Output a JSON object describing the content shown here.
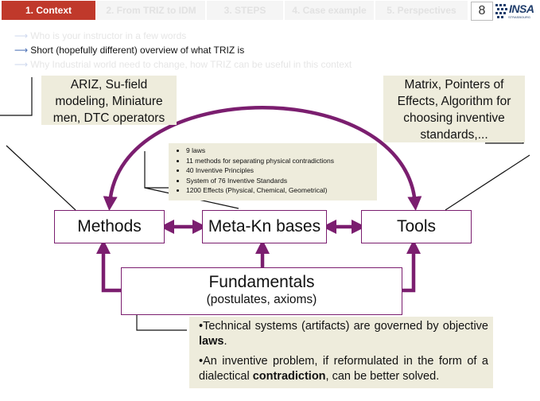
{
  "tabs": [
    {
      "label": "1. Context",
      "active": true
    },
    {
      "label": "2. From TRIZ to IDM",
      "active": false
    },
    {
      "label": "3. STEPS",
      "active": false
    },
    {
      "label": "4. Case example",
      "active": false
    },
    {
      "label": "5. Perspectives",
      "active": false
    }
  ],
  "page_number": "8",
  "logo": {
    "word": "INSA",
    "sub": "STRASBOURG"
  },
  "agenda": [
    {
      "text": "Who is your instructor in a few words",
      "current": false
    },
    {
      "text": "Short (hopefully different) overview of what TRIZ is",
      "current": true
    },
    {
      "text": "Why Industrial world need to change, how TRIZ can be useful in this context",
      "current": false
    }
  ],
  "diagram": {
    "methods_note": [
      "ARIZ, Su-field",
      "modeling, Miniature",
      "men, DTC operators"
    ],
    "tools_note": [
      "Matrix, Pointers of",
      "Effects, Algorithm for",
      "choosing inventive",
      "standards,..."
    ],
    "kb_note": [
      "9 laws",
      "11 methods for separating physical contradictions",
      "40 Inventive Principles",
      "System of 76 Inventive Standards",
      "1200 Effects (Physical, Chemical, Geometrical)"
    ],
    "methods": "Methods",
    "meta": "Meta-Kn bases",
    "tools": "Tools",
    "fundamentals": "Fundamentals",
    "fundamentals_sub": "(postulates, axioms)",
    "fund_note": {
      "p1_pre": "•Technical systems (artifacts) are governed by objective ",
      "p1_bold": "laws",
      "p1_post": ".",
      "p2_pre": "•An inventive problem, if reformulated in the form of a dialectical ",
      "p2_bold": "contradiction",
      "p2_post": ", can be better solved."
    }
  },
  "colors": {
    "accent": "#c0392b",
    "arrow": "#7b1e6f",
    "note_bg": "#eeecdc"
  }
}
